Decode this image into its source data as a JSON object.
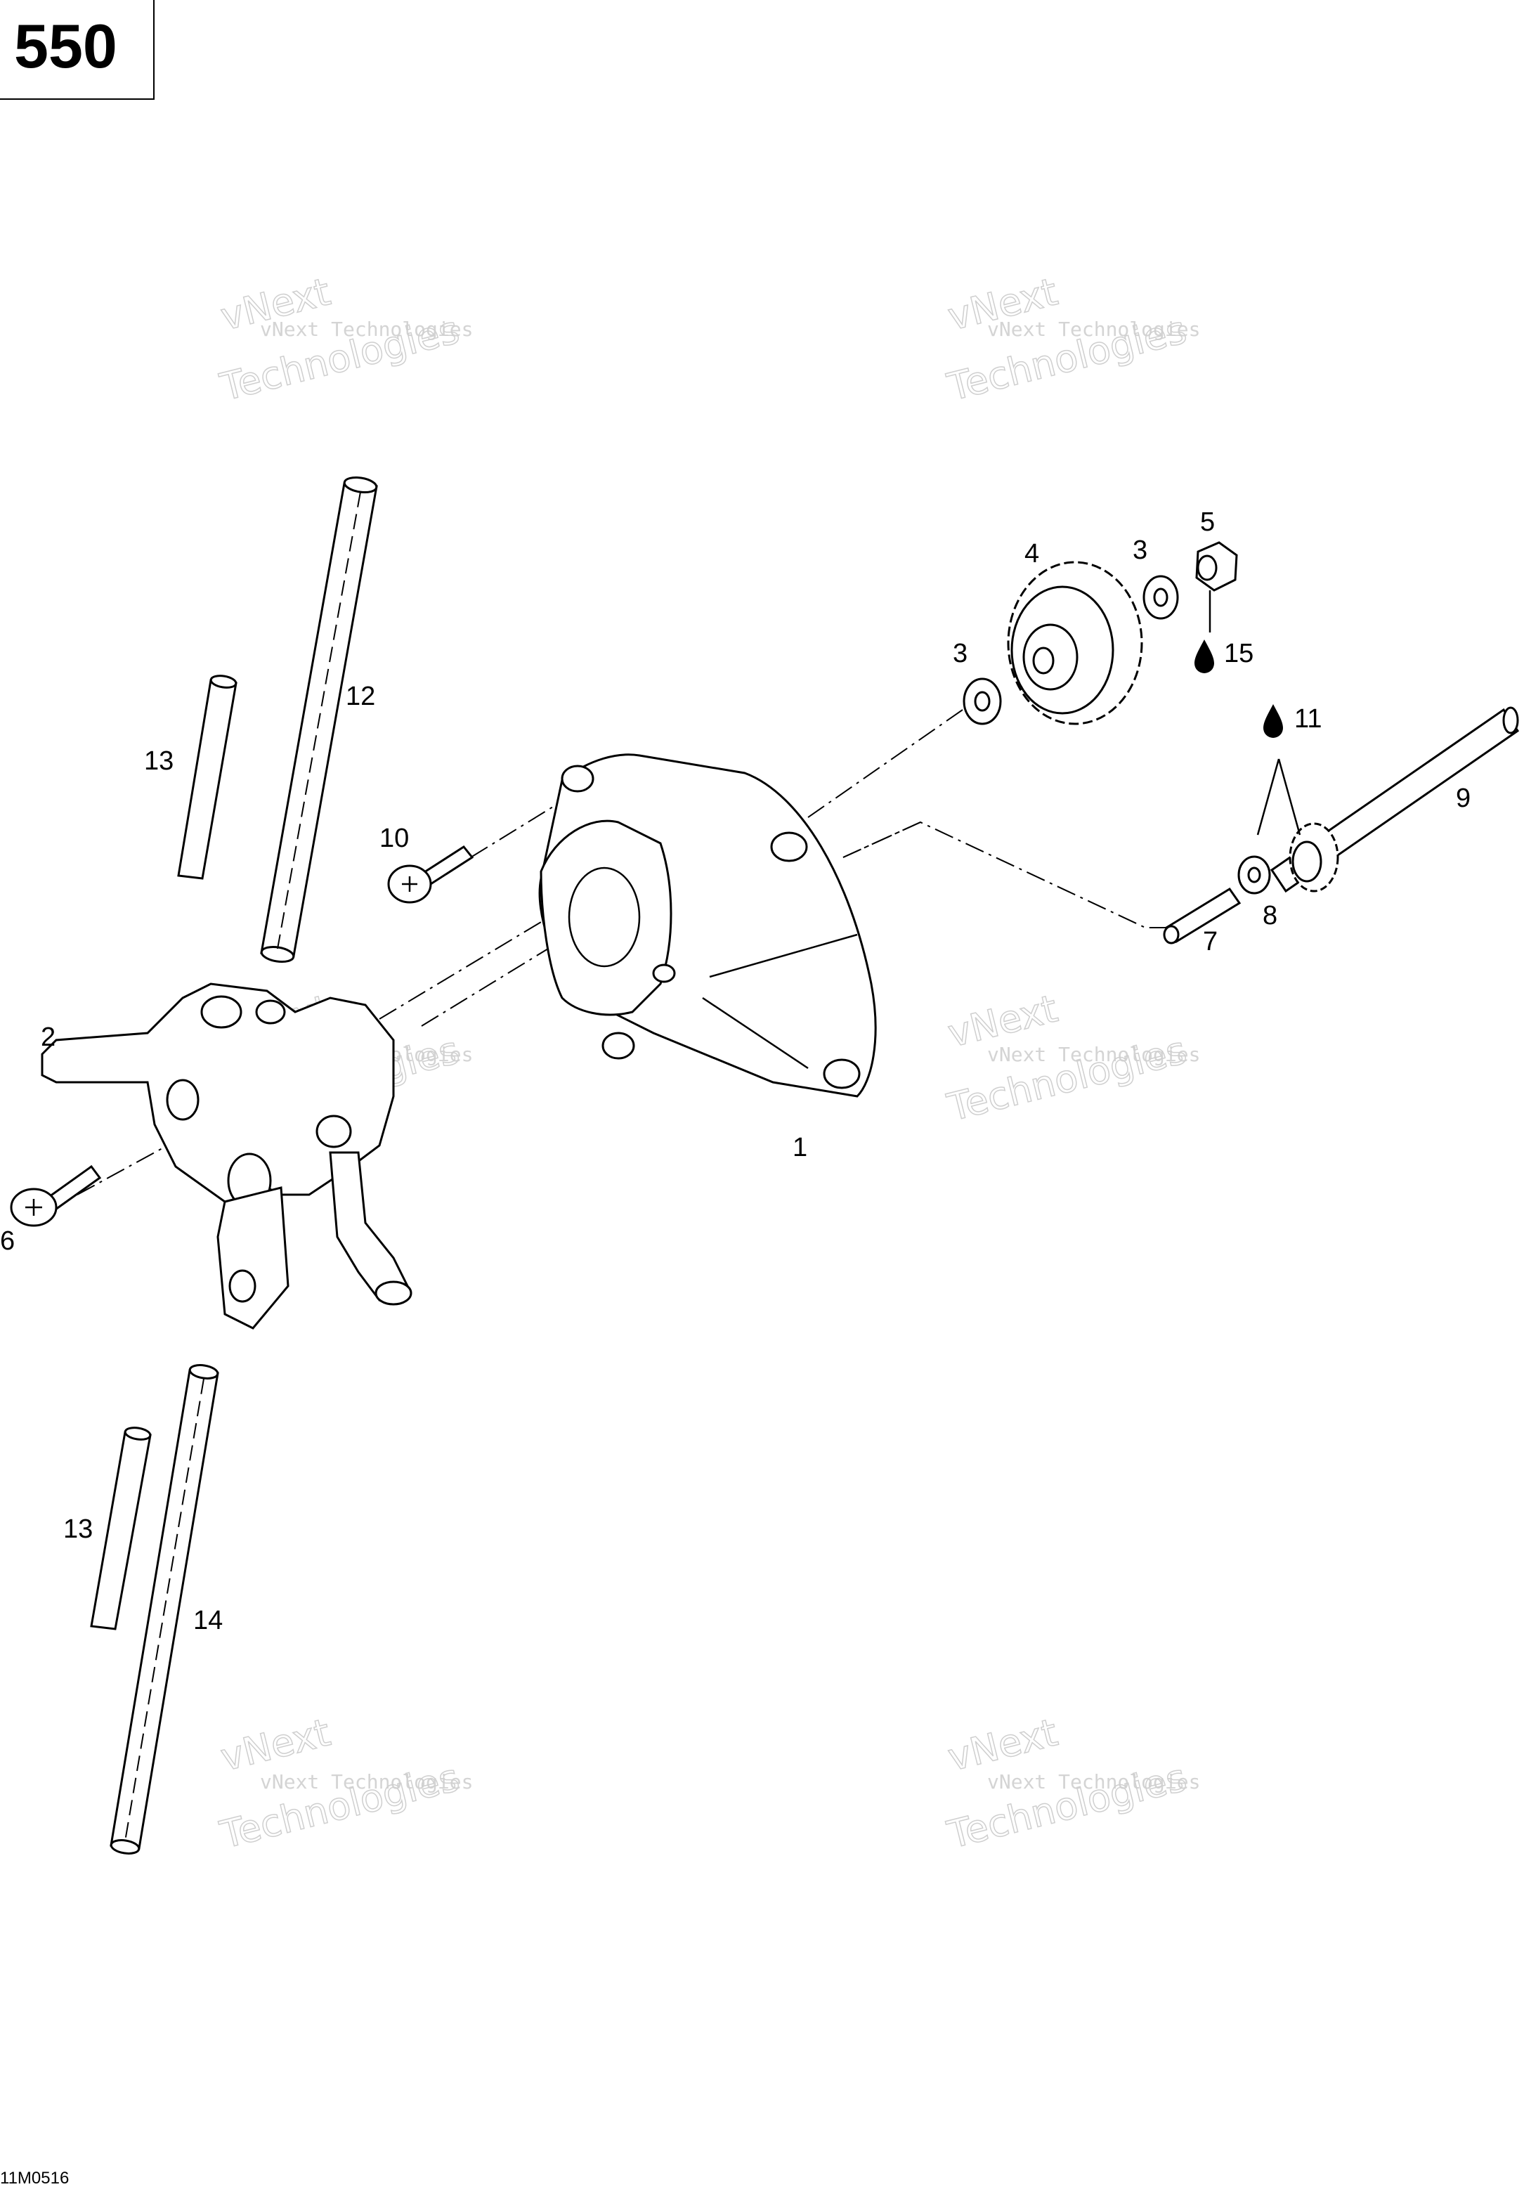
{
  "header": {
    "model_number": "550"
  },
  "footer": {
    "figure_code": "11M0516"
  },
  "callouts": {
    "c1": "1",
    "c2": "2",
    "c3a": "3",
    "c3b": "3",
    "c4": "4",
    "c5": "5",
    "c6": "6",
    "c7": "7",
    "c8": "8",
    "c9": "9",
    "c10": "10",
    "c11": "11",
    "c12": "12",
    "c13a": "13",
    "c13b": "13",
    "c14": "14",
    "c15": "15"
  },
  "watermark": {
    "small": "vNext Technologies",
    "big_top": "vNext",
    "big_bottom": "Technologies"
  },
  "icons": {
    "oil_drop": "oil-drop-icon"
  }
}
